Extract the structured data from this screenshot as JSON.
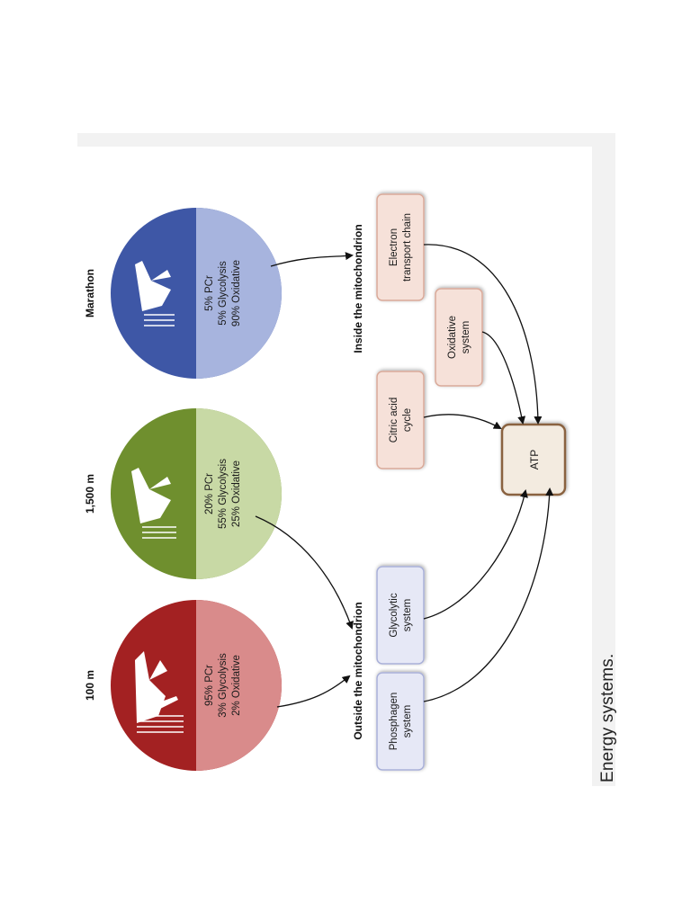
{
  "events": [
    {
      "id": "100m",
      "title": "100 m",
      "lines": [
        "95% PCr",
        "3% Glycolysis",
        "2% Oxidative"
      ],
      "dark_color": "#a32122",
      "light_color": "#d98b8b"
    },
    {
      "id": "1500m",
      "title": "1,500 m",
      "lines": [
        "20% PCr",
        "55% Glycolysis",
        "25% Oxidative"
      ],
      "dark_color": "#6f8f2e",
      "light_color": "#c8d9a5"
    },
    {
      "id": "marathon",
      "title": "Marathon",
      "lines": [
        "5% PCr",
        "5% Glycolysis",
        "90% Oxidative"
      ],
      "dark_color": "#3e57a6",
      "light_color": "#a7b4de"
    }
  ],
  "sections": {
    "outside": "Outside the mitochondrion",
    "inside": "Inside the mitochondrion"
  },
  "systems": {
    "phosphagen": [
      "Phosphagen",
      "system"
    ],
    "glycolytic": [
      "Glycolytic",
      "system"
    ],
    "citric": [
      "Citric acid",
      "cycle"
    ],
    "oxidative": [
      "Oxidative",
      "system"
    ],
    "electron": [
      "Electron",
      "transport chain"
    ]
  },
  "atp_label": "ATP",
  "caption": "Energy systems.",
  "colors": {
    "blue_box_fill": "#e6e8f6",
    "blue_box_stroke": "#a9b0d8",
    "pink_box_fill": "#f6e1d9",
    "pink_box_stroke": "#d9a999",
    "atp_fill": "#f3ebe0",
    "atp_stroke": "#8a6240"
  }
}
